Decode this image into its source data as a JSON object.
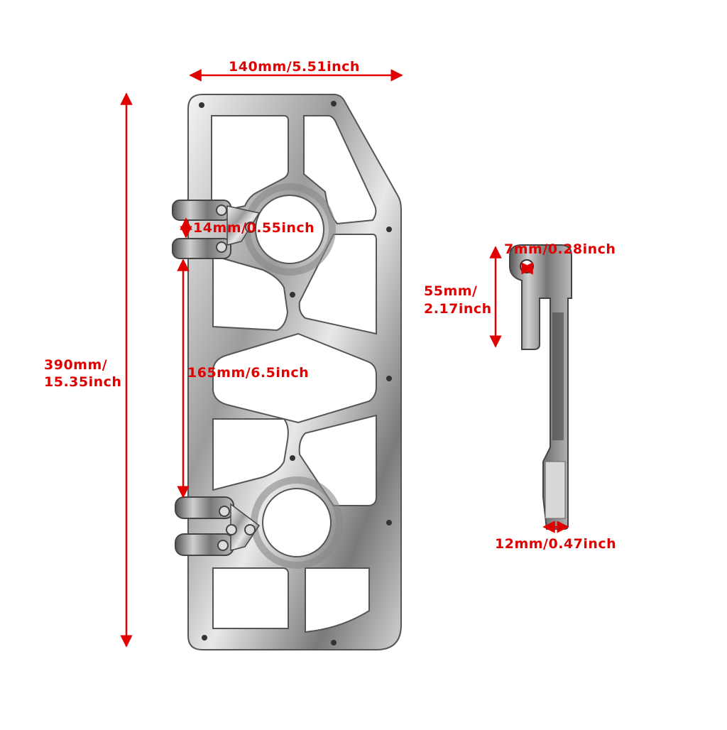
{
  "colors": {
    "dimension_red": "#e00000",
    "metal_dark": "#4a4a4a",
    "metal_mid": "#9a9a9a",
    "metal_light": "#e6e6e6",
    "background": "#ffffff"
  },
  "dimensions": {
    "width": "140mm/5.51inch",
    "height_line1": "390mm/",
    "height_line2": "15.35inch",
    "clamp_gap": "14mm/0.55inch",
    "clamp_spacing": "165mm/6.5inch",
    "mount_hole": "7mm/0.28inch",
    "bracket_height_line1": "55mm/",
    "bracket_height_line2": "2.17inch",
    "thickness": "12mm/0.47inch"
  }
}
